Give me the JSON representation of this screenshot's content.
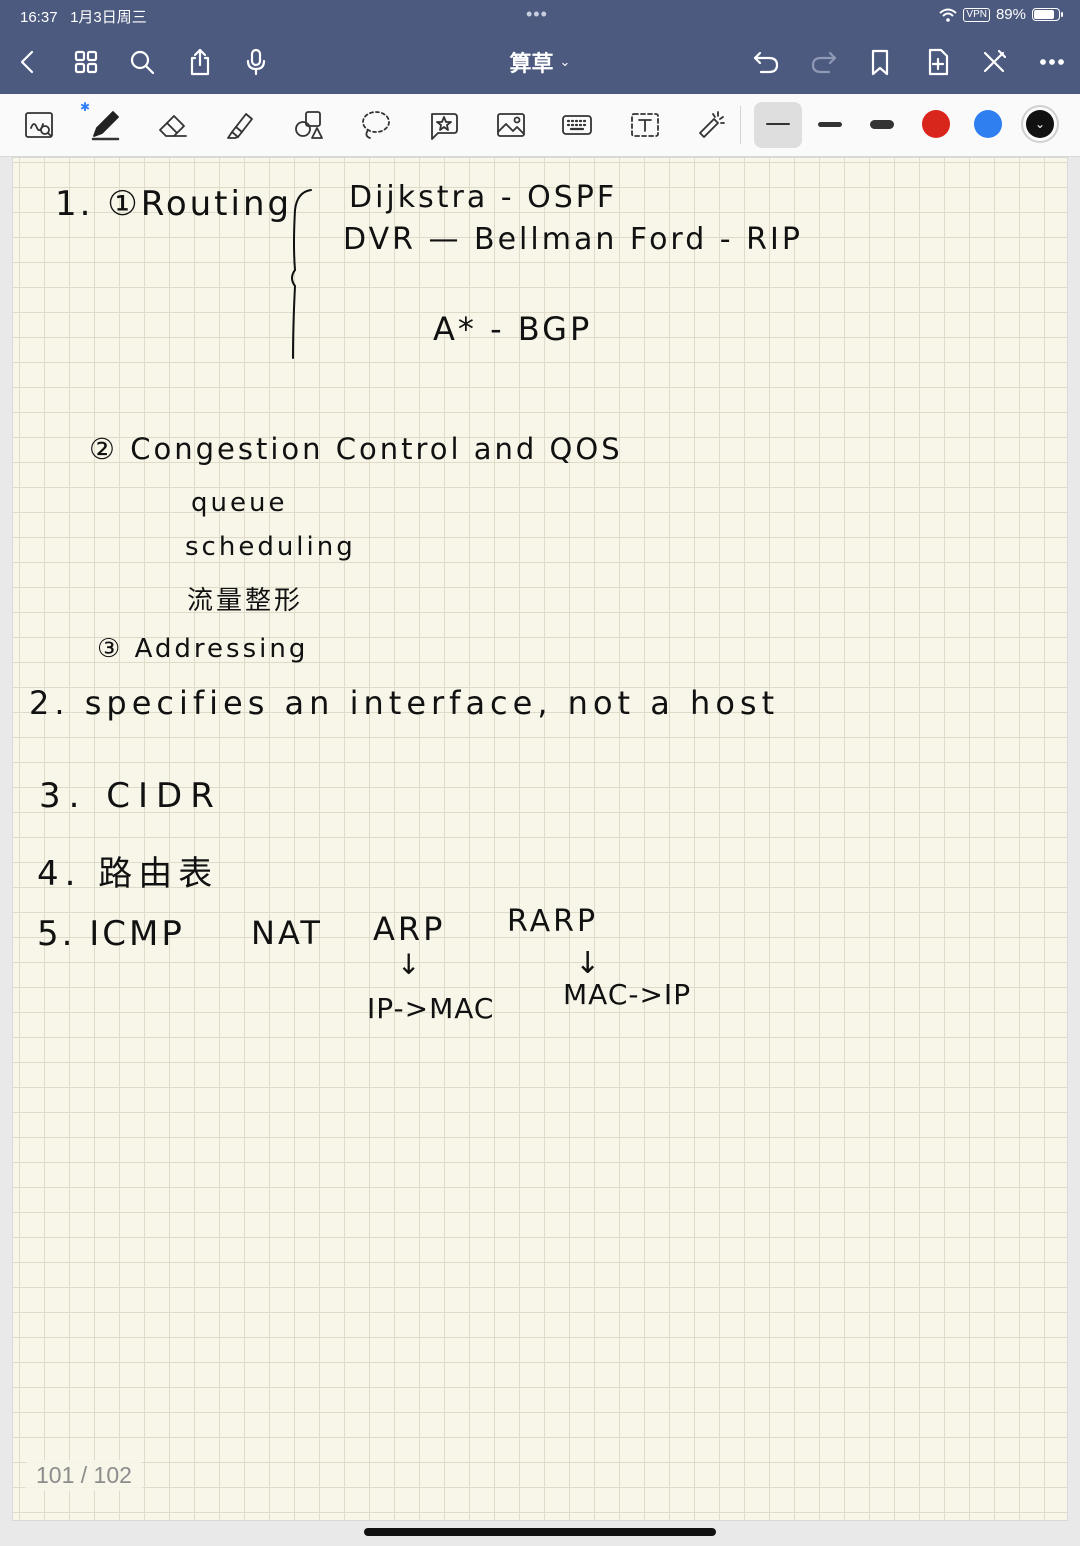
{
  "status": {
    "time": "16:37",
    "date": "1月3日周三",
    "vpn": "VPN",
    "battery": "89%",
    "battery_level": 0.89
  },
  "nav": {
    "title": "算草",
    "icons": [
      "back-icon",
      "grid-icon",
      "search-icon",
      "share-icon",
      "microphone-icon",
      "undo-icon",
      "redo-icon",
      "bookmark-icon",
      "add-page-icon",
      "close-pen-icon",
      "more-icon"
    ]
  },
  "toolbar": {
    "tools": [
      "zoom-window-icon",
      "pen-icon",
      "eraser-icon",
      "highlighter-icon",
      "shapes-icon",
      "lasso-icon",
      "sticker-icon",
      "image-icon",
      "keyboard-icon",
      "text-icon",
      "laser-pointer-icon"
    ],
    "bluetooth": "✱",
    "colors": {
      "red": "#d9261c",
      "blue": "#2f7ff0",
      "black": "#111111"
    },
    "selected_color": "black"
  },
  "notes": {
    "l1a": "1. ①Routing",
    "l1b": "Dijkstra - OSPF",
    "l1c": "DVR — Bellman Ford - RIP",
    "l1d": "A* - BGP",
    "l2a": "② Congestion Control and QOS",
    "l2b": "queue",
    "l2c": "scheduling",
    "l2d": "流量整形",
    "l3": "③ Addressing",
    "l4": "2. specifies an interface, not a host",
    "l5": "3. CIDR",
    "l6": "4. 路由表",
    "l7a": "5. ICMP",
    "l7b": "NAT",
    "l7c": "ARP",
    "l7d": "RARP",
    "arrow": "↓",
    "l8a": "IP->MAC",
    "l8b": "MAC->IP"
  },
  "page": {
    "indicator": "101 / 102"
  }
}
